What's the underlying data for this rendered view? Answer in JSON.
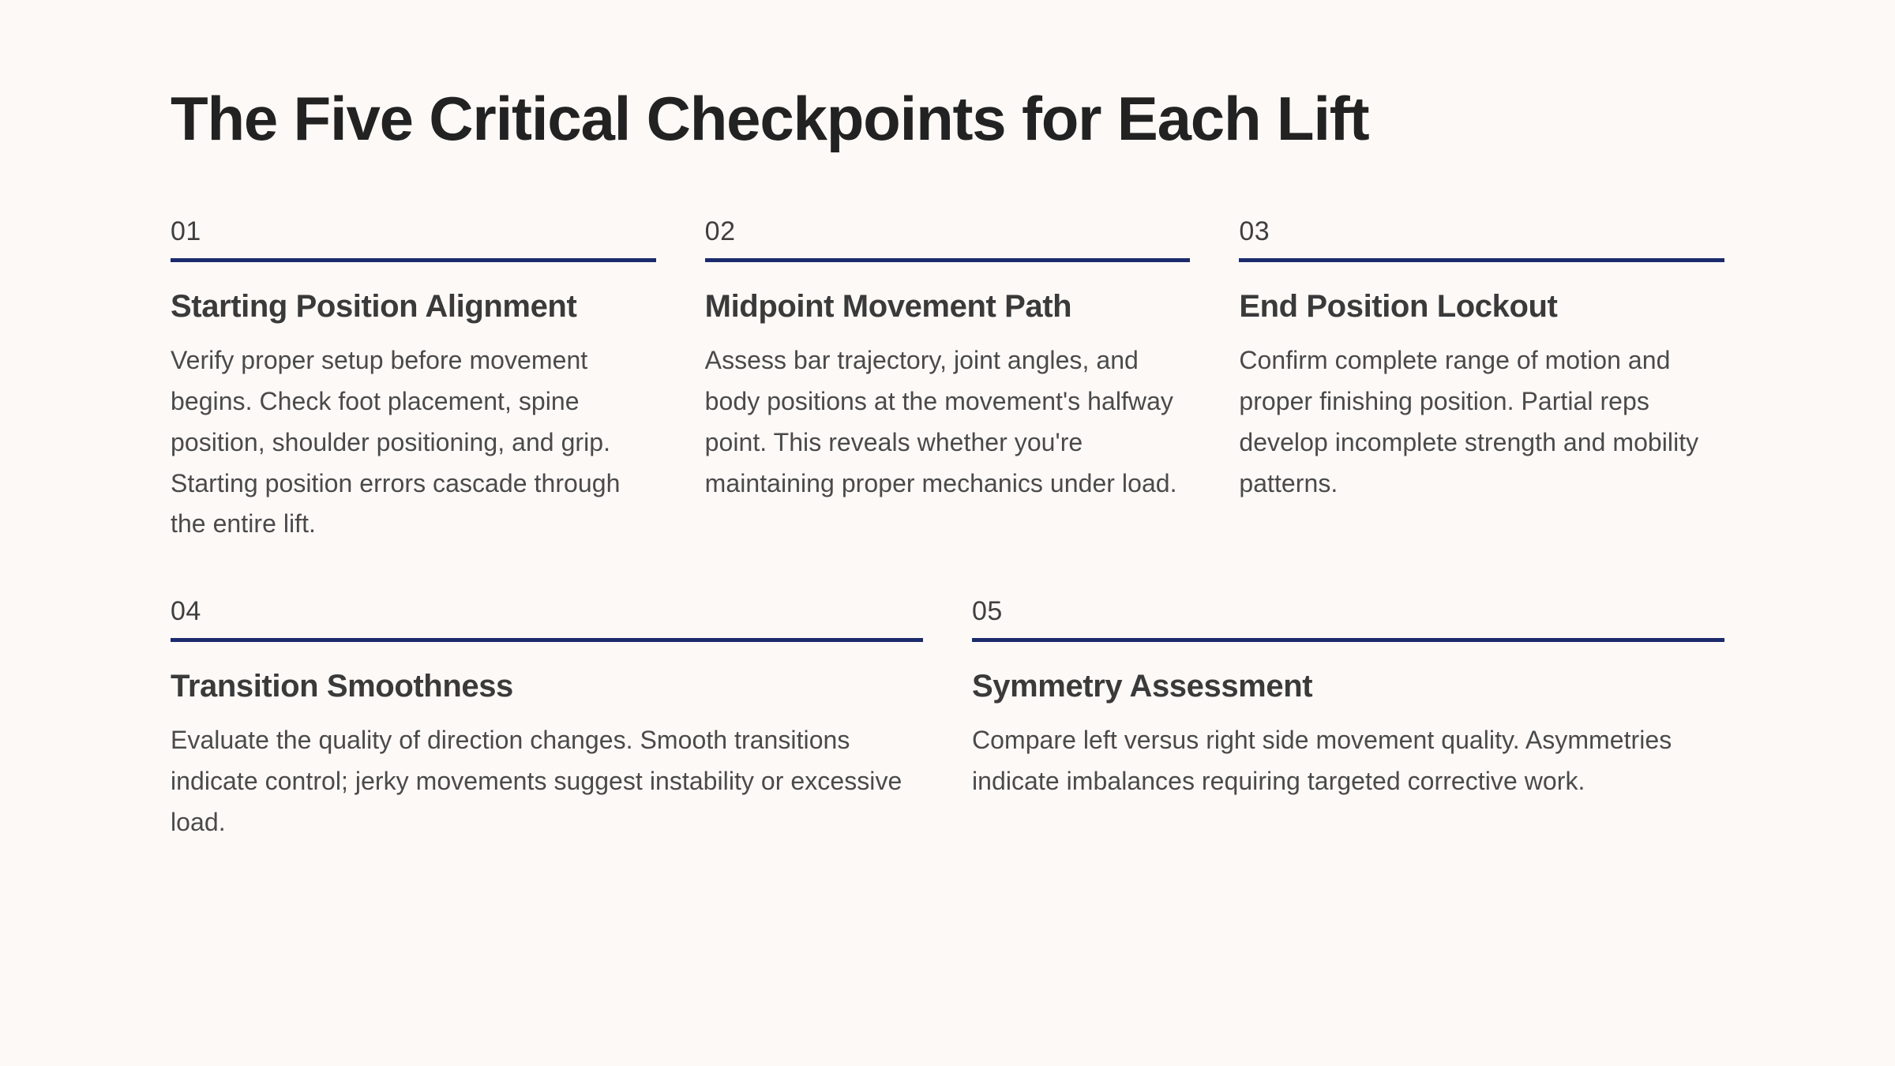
{
  "page": {
    "title": "The Five Critical Checkpoints for Each Lift",
    "background_color": "#fdf9f7",
    "accent_color": "#1b2b6b",
    "title_color": "#222222",
    "card_title_color": "#3a3a3a",
    "body_text_color": "#4a4a4a",
    "number_color": "#3f3f3f"
  },
  "rows": {
    "top": [
      {
        "number": "01",
        "title": "Starting Position Alignment",
        "body": "Verify proper setup before movement begins. Check foot placement, spine position, shoulder positioning, and grip. Starting position errors cascade through the entire lift."
      },
      {
        "number": "02",
        "title": "Midpoint Movement Path",
        "body": "Assess bar trajectory, joint angles, and body positions at the movement's halfway point. This reveals whether you're maintaining proper mechanics under load."
      },
      {
        "number": "03",
        "title": "End Position Lockout",
        "body": "Confirm complete range of motion and proper finishing position. Partial reps develop incomplete strength and mobility patterns."
      }
    ],
    "bottom": [
      {
        "number": "04",
        "title": "Transition Smoothness",
        "body": "Evaluate the quality of direction changes. Smooth transitions indicate control; jerky movements suggest instability or excessive load."
      },
      {
        "number": "05",
        "title": "Symmetry Assessment",
        "body": "Compare left versus right side movement quality. Asymmetries indicate imbalances requiring targeted corrective work."
      }
    ]
  }
}
